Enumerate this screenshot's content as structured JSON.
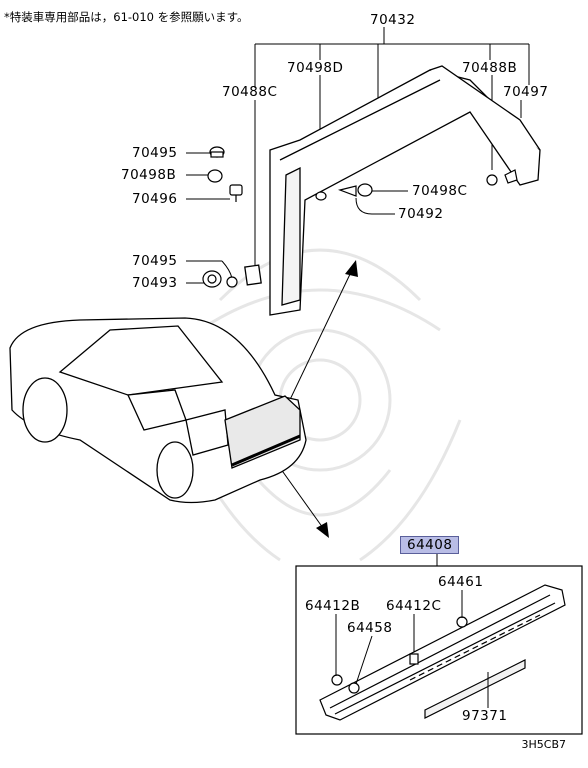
{
  "note": "*特装車専用部品は，61-010 を参照願います。",
  "labels": {
    "p70432": "70432",
    "p70498D": "70498D",
    "p70488B": "70488B",
    "p70488C": "70488C",
    "p70497": "70497",
    "p70495a": "70495",
    "p70498B": "70498B",
    "p70496": "70496",
    "p70498C": "70498C",
    "p70492": "70492",
    "p70495b": "70495",
    "p70493": "70493",
    "p64408": "64408",
    "p64461": "64461",
    "p64412B": "64412B",
    "p64412C": "64412C",
    "p64458": "64458",
    "p97371": "97371"
  },
  "diagram_code": "3H5CB7"
}
